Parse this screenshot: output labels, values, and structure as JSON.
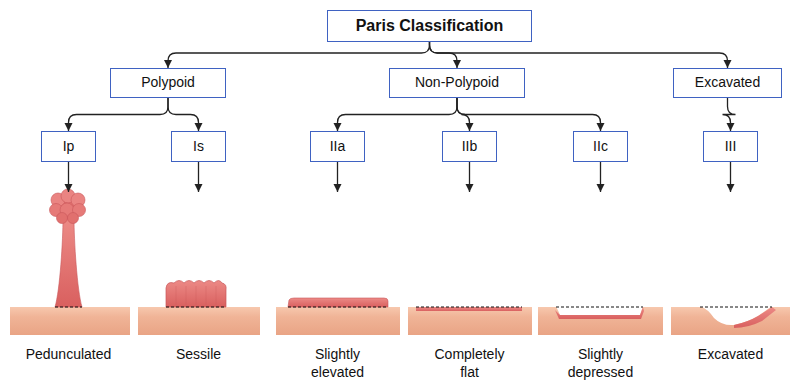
{
  "diagram": {
    "title": "Paris Classification",
    "nodes": [
      {
        "text": [
          "Paris Classification"
        ]
      },
      {
        "text": [
          "Polypoid"
        ]
      },
      {
        "text": [
          "Non-Polypoid"
        ]
      },
      {
        "text": [
          "Excavated"
        ]
      },
      {
        "text": [
          "Ip"
        ]
      },
      {
        "text": [
          "Is"
        ]
      },
      {
        "text": [
          "IIa"
        ]
      },
      {
        "text": [
          "IIb"
        ]
      },
      {
        "text": [
          "IIc"
        ]
      },
      {
        "text": [
          "III"
        ]
      },
      {
        "text": [
          "Pedunculated"
        ]
      },
      {
        "text": [
          "Sessile"
        ]
      },
      {
        "text": [
          "Slightly elevated"
        ]
      },
      {
        "text": [
          "Completely flat"
        ]
      },
      {
        "text": [
          "Slightly depressed"
        ]
      },
      {
        "text": [
          "Excavated"
        ]
      }
    ],
    "edges": [
      {
        "from": 0,
        "to": 1,
        "arrow": "to"
      },
      {
        "from": 0,
        "to": 2,
        "arrow": "to"
      },
      {
        "from": 0,
        "to": 3,
        "arrow": "to"
      },
      {
        "from": 1,
        "to": 4,
        "arrow": "to"
      },
      {
        "from": 1,
        "to": 5,
        "arrow": "to"
      },
      {
        "from": 2,
        "to": 6,
        "arrow": "to"
      },
      {
        "from": 2,
        "to": 7,
        "arrow": "to"
      },
      {
        "from": 2,
        "to": 8,
        "arrow": "to"
      },
      {
        "from": 3,
        "to": 9,
        "arrow": "to"
      },
      {
        "from": 4,
        "to": 10,
        "arrow": "to"
      },
      {
        "from": 5,
        "to": 11,
        "arrow": "to"
      },
      {
        "from": 6,
        "to": 12,
        "arrow": "to"
      },
      {
        "from": 7,
        "to": 13,
        "arrow": "to"
      },
      {
        "from": 8,
        "to": 14,
        "arrow": "to"
      },
      {
        "from": 9,
        "to": 15,
        "arrow": "to"
      }
    ]
  }
}
